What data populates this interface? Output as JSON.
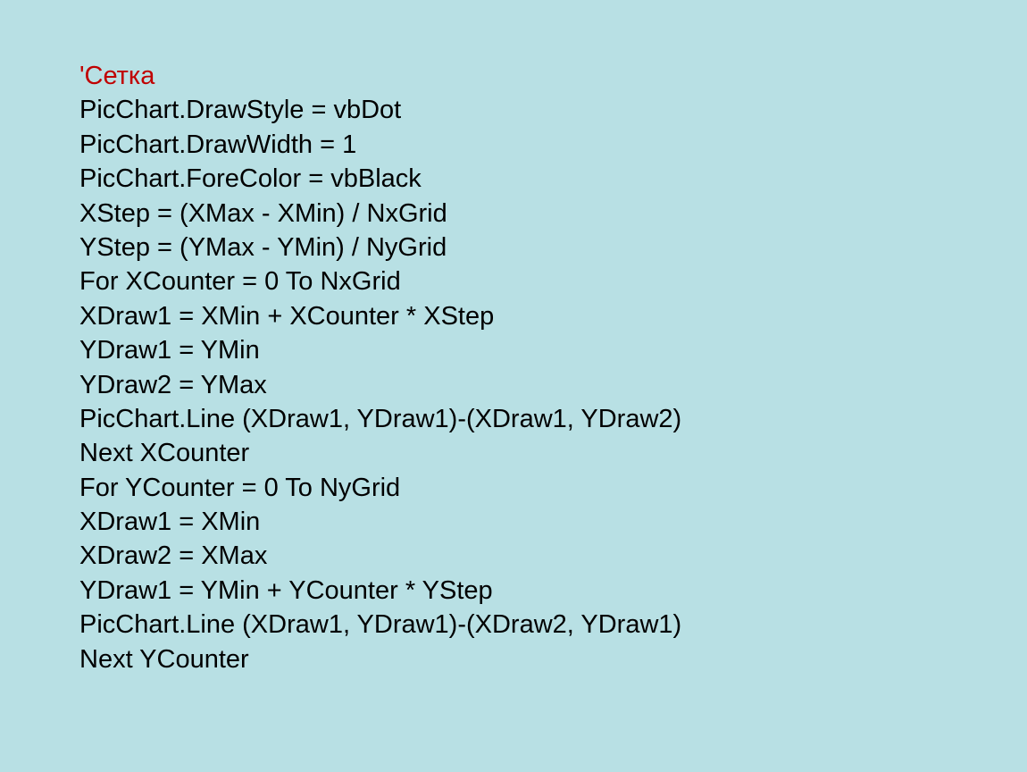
{
  "colors": {
    "background": "#b8e0e4",
    "code_text": "#000000",
    "comment_text": "#c00000"
  },
  "code": {
    "comment": "'Сетка",
    "lines": [
      "PicChart.DrawStyle = vbDot",
      "PicChart.DrawWidth = 1",
      "PicChart.ForeColor = vbBlack",
      "XStep = (XMax - XMin) / NxGrid",
      "YStep = (YMax - YMin) / NyGrid",
      "For XCounter = 0 To NxGrid",
      "XDraw1 = XMin + XCounter * XStep",
      "YDraw1 = YMin",
      "YDraw2 = YMax",
      "PicChart.Line (XDraw1, YDraw1)-(XDraw1, YDraw2)",
      "Next XCounter",
      "For YCounter = 0 To NyGrid",
      "XDraw1 = XMin",
      "XDraw2 = XMax",
      "YDraw1 = YMin + YCounter * YStep",
      "PicChart.Line (XDraw1, YDraw1)-(XDraw2, YDraw1)",
      "Next YCounter"
    ]
  }
}
